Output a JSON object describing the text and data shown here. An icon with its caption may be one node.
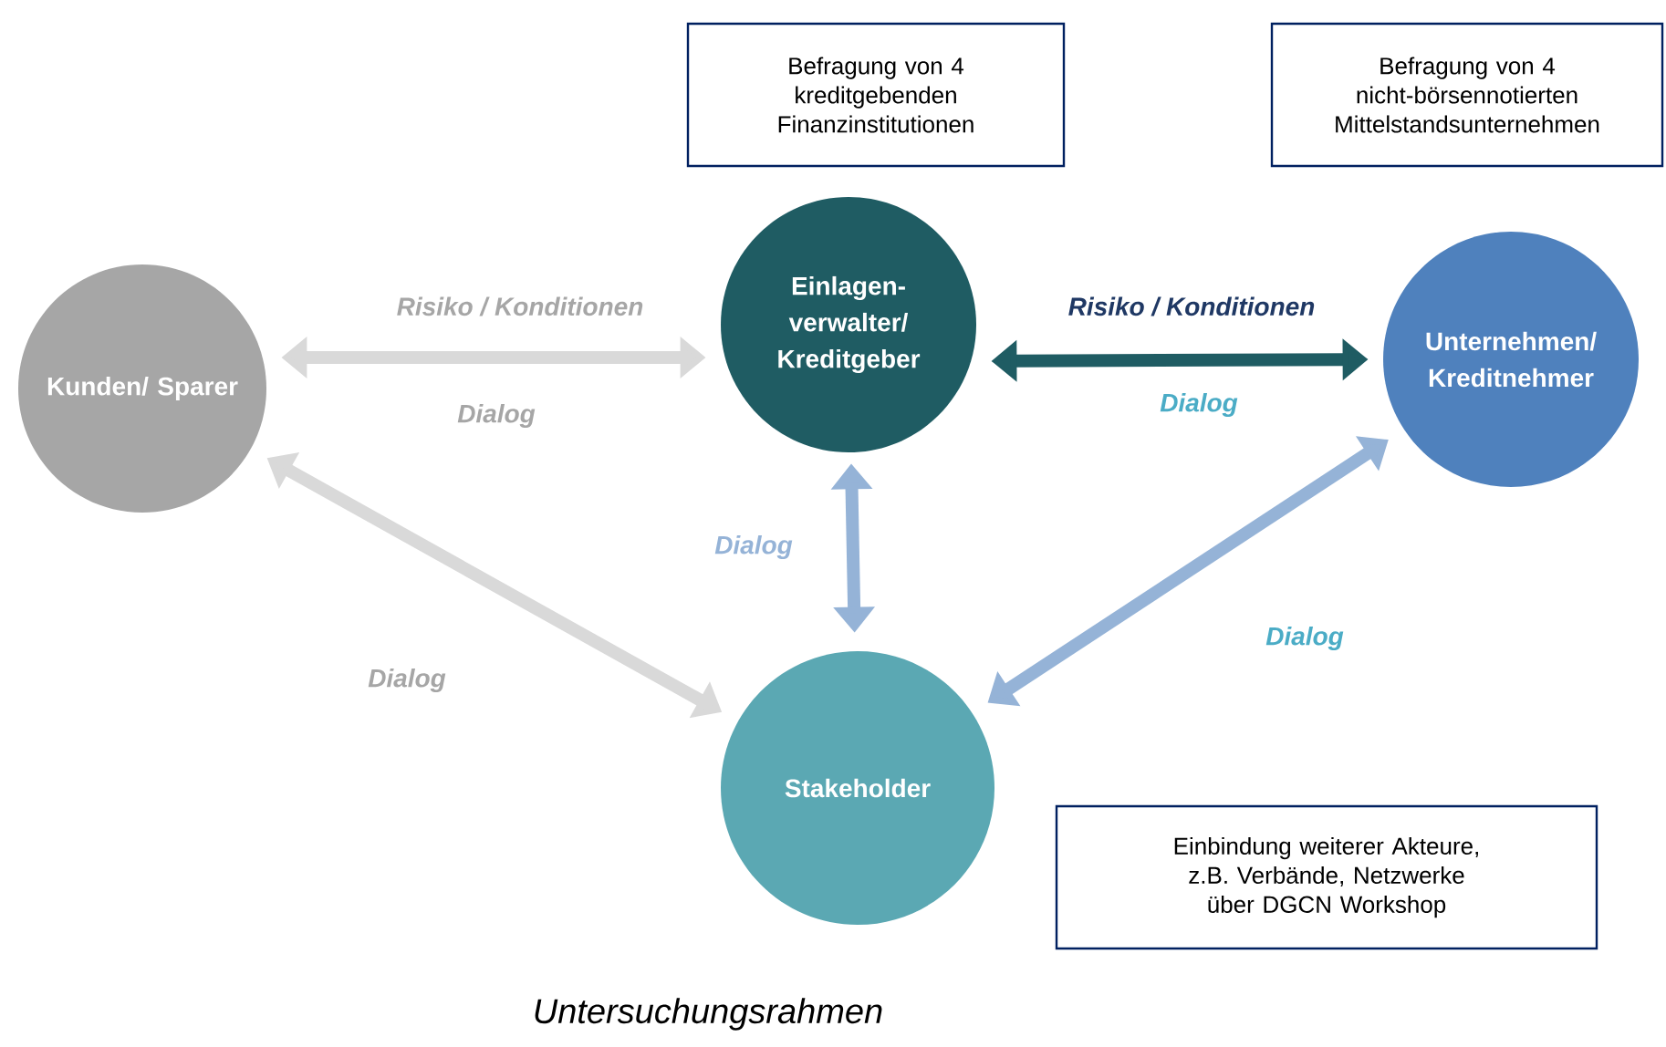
{
  "diagram": {
    "caption": "Untersuchungsrahmen",
    "nodes": [
      {
        "text": [
          "Befragung von 4 kreditgebenden Finanzinstitutionen"
        ]
      },
      {
        "text": [
          "Befragung von 4 nicht-börsennotierten Mittelstandsunternehmen"
        ]
      },
      {
        "text": [
          "Kunden/ Sparer"
        ]
      },
      {
        "text": [
          "Einlagen- verwalter/ Kreditgeber"
        ]
      },
      {
        "text": [
          "Unternehmen/ Kreditnehmer"
        ]
      },
      {
        "text": [
          "Stakeholder"
        ]
      },
      {
        "text": [
          "Einbindung weiterer Akteure, z.B. Verbände, Netzwerke über DGCN Workshop"
        ]
      }
    ],
    "edges": [
      {
        "from": 2,
        "to": 3,
        "arrow": "both",
        "label": "Risiko / Konditionen",
        "color": "#d9d9d9"
      },
      {
        "from": 3,
        "to": 4,
        "arrow": "both",
        "label": "Risiko / Konditionen",
        "color": "#1f5c63"
      },
      {
        "from": 3,
        "to": 5,
        "arrow": "both",
        "label": "Dialog",
        "color": "#95b3d7"
      },
      {
        "from": 2,
        "to": 5,
        "arrow": "both",
        "label": "Dialog",
        "color": "#d9d9d9"
      },
      {
        "from": 4,
        "to": 5,
        "arrow": "both",
        "label": "Dialog",
        "color": "#95b3d7"
      }
    ],
    "labels": [
      "Dialog",
      "Dialog"
    ]
  }
}
